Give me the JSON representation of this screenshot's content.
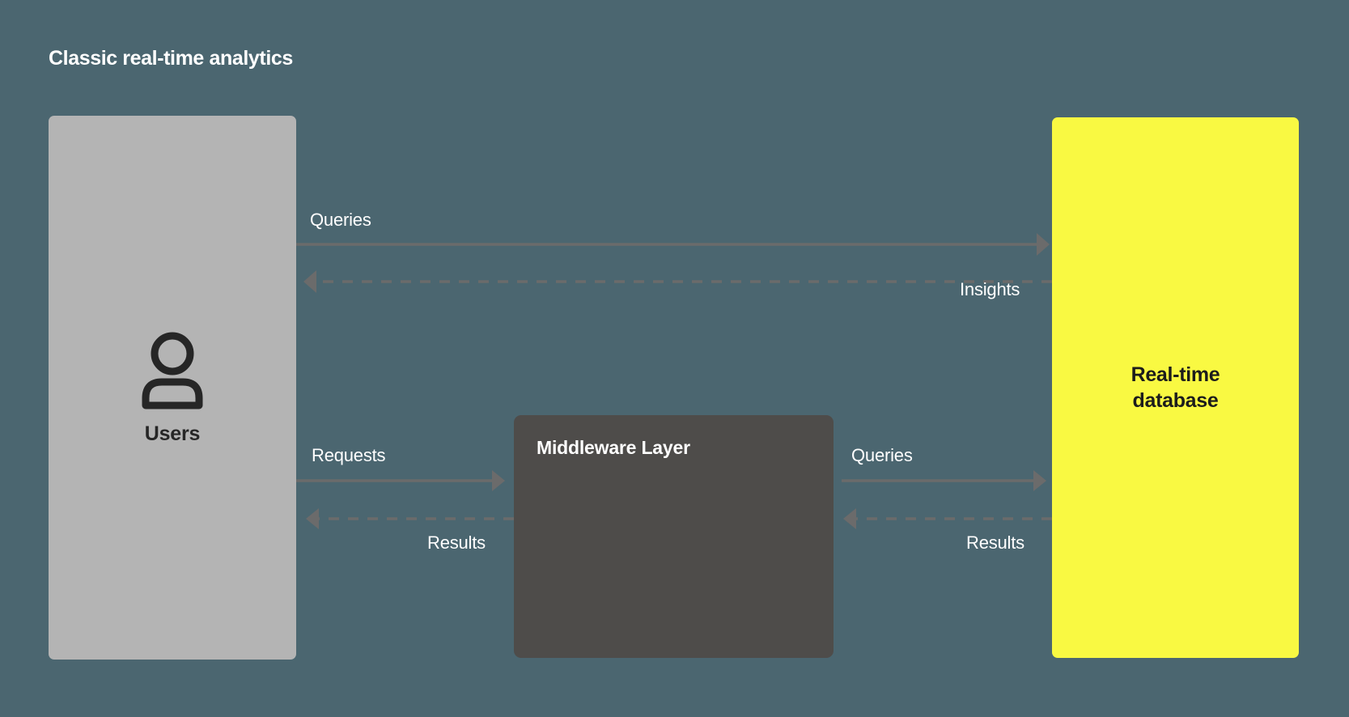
{
  "title": "Classic real-time analytics",
  "background_color": "#4b6670",
  "nodes": {
    "users": {
      "label": "Users",
      "icon": "user-icon",
      "color": "#b4b4b4",
      "text_color": "#262626"
    },
    "middleware": {
      "label": "Middleware Layer",
      "color": "#4e4c4a",
      "text_color": "#ffffff"
    },
    "database": {
      "label_line1": "Real-time",
      "label_line2": "database",
      "color": "#f9f942",
      "text_color": "#1c1c1c"
    }
  },
  "edges": {
    "queries_top": {
      "label": "Queries",
      "style": "solid",
      "direction": "right",
      "from": "users",
      "to": "database"
    },
    "insights": {
      "label": "Insights",
      "style": "dashed",
      "direction": "left",
      "from": "database",
      "to": "users"
    },
    "requests": {
      "label": "Requests",
      "style": "solid",
      "direction": "right",
      "from": "users",
      "to": "middleware"
    },
    "results_left": {
      "label": "Results",
      "style": "dashed",
      "direction": "left",
      "from": "middleware",
      "to": "users"
    },
    "queries_bottom": {
      "label": "Queries",
      "style": "solid",
      "direction": "right",
      "from": "middleware",
      "to": "database"
    },
    "results_right": {
      "label": "Results",
      "style": "dashed",
      "direction": "left",
      "from": "database",
      "to": "middleware"
    }
  },
  "arrow_color": "#6b6b6b"
}
